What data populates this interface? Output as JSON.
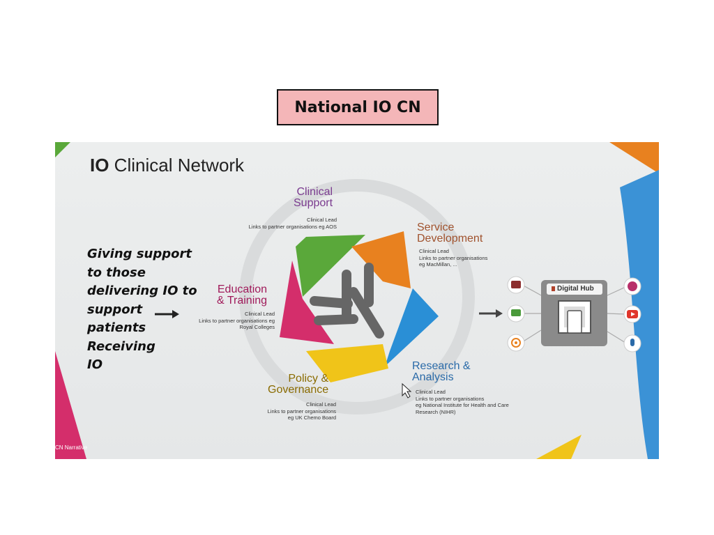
{
  "slide": {
    "title": "National IO CN"
  },
  "network": {
    "title_bold": "IO",
    "title_rest": " Clinical Network",
    "side_lines": [
      "Giving support",
      "to those",
      "delivering IO to",
      "support",
      "patients",
      "Receiving",
      "IO"
    ],
    "branches": {
      "clinical_support": {
        "title": [
          "Clinical",
          "Support"
        ],
        "details": [
          "Clinical Lead",
          "Links to partner organisations eg AOS"
        ]
      },
      "service_development": {
        "title": [
          "Service",
          "Development"
        ],
        "details": [
          "Clinical Lead",
          "Links  to partner organisations",
          "eg MacMillan, ..."
        ]
      },
      "education_training": {
        "title": [
          "Education",
          "& Training"
        ],
        "details": [
          "Clinical Lead",
          "Links to partner organisations eg",
          "Royal Colleges"
        ]
      },
      "research_analysis": {
        "title": [
          "Research &",
          "Analysis"
        ],
        "details": [
          "Clinical Lead",
          "Links to partner organisations",
          "eg National Institute for Health and Care",
          "Research (NIHR)"
        ]
      },
      "policy_governance": {
        "title": [
          "Policy &",
          "Governance"
        ],
        "details": [
          "Clinical Lead",
          "Links to partner organisations",
          "eg UK Chemo Board"
        ]
      }
    },
    "hub": {
      "label": "Digital Hub",
      "left_icons": [
        "quote-icon",
        "chat-icon",
        "podcast-icon"
      ],
      "right_icons": [
        "globe-icon",
        "video-play-icon",
        "microphone-icon"
      ]
    },
    "footer": "CN Narrative",
    "colors": {
      "green": "#5aa83a",
      "orange": "#e8811f",
      "blue": "#2a8fd6",
      "yellow": "#f0c419",
      "magenta": "#d42e6b",
      "grey": "#6b6b6b",
      "title_box": "#f4b6b8"
    }
  }
}
